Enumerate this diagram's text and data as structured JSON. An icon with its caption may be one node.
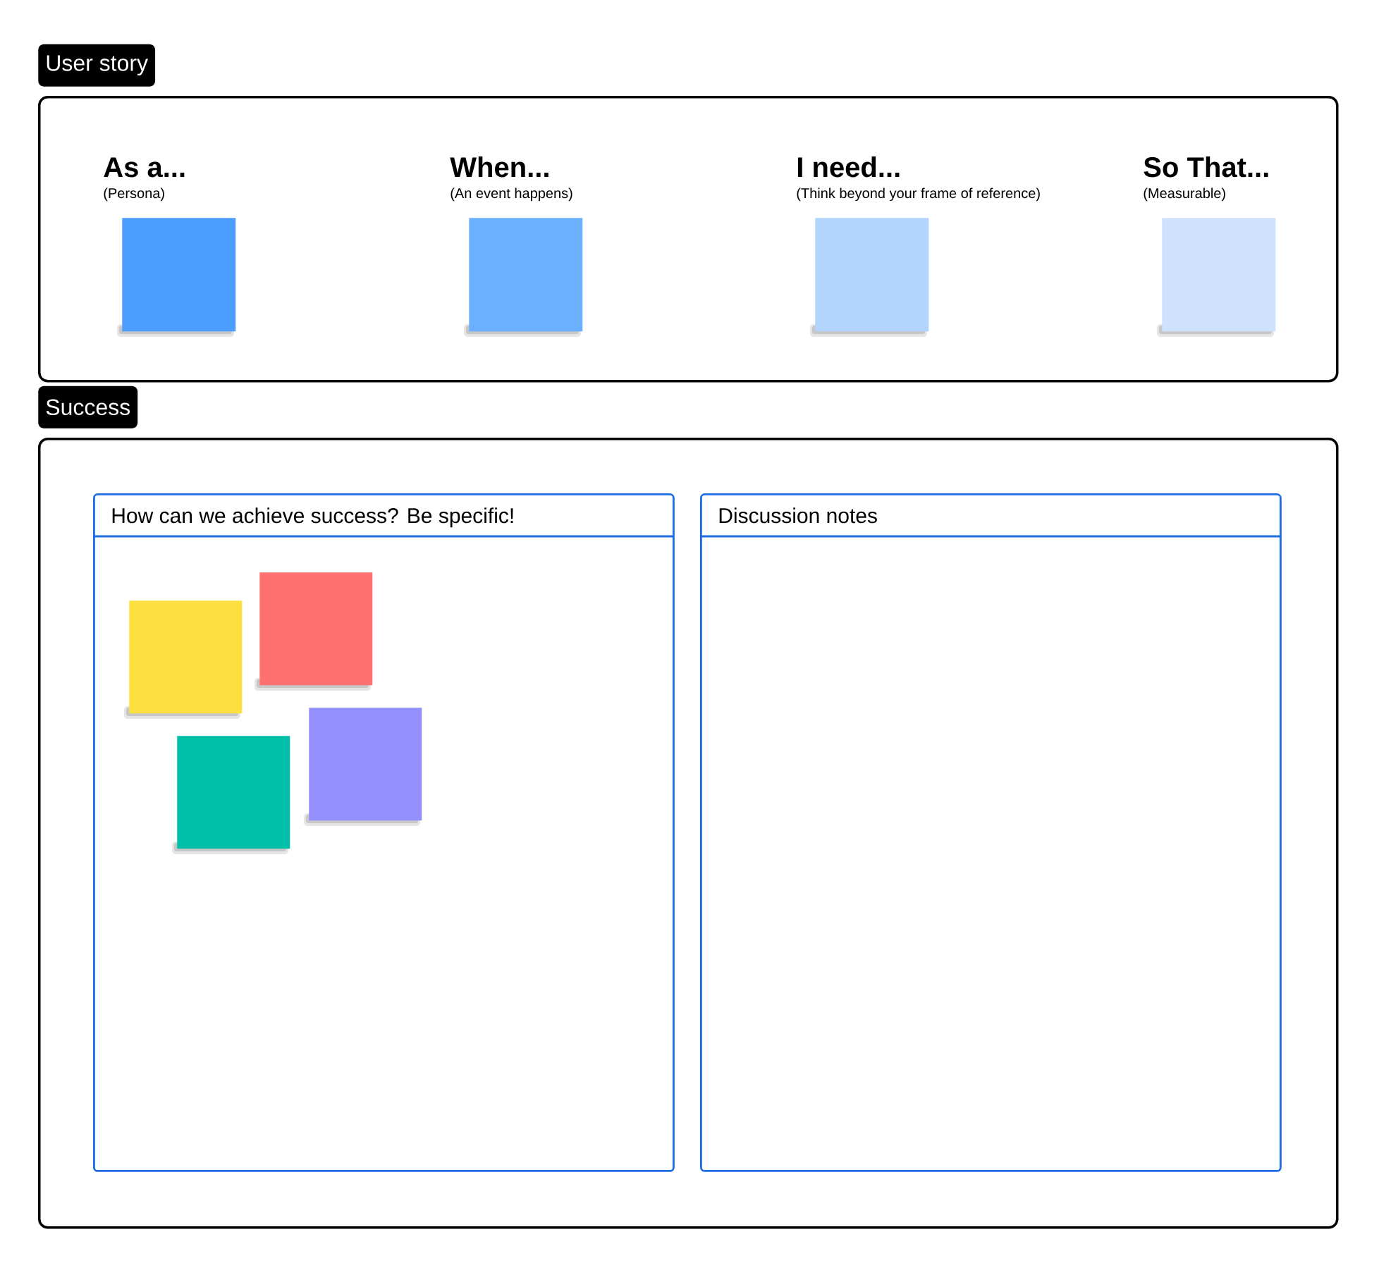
{
  "diagram": {
    "nodes": [
      {
        "text": [
          "User story"
        ]
      },
      {
        "text": [],
        "shape": "box",
        "in": 0,
        "beside": [
          "As a...",
          "(Persona)"
        ]
      },
      {
        "text": [],
        "shape": "box",
        "in": 0,
        "beside": [
          "When...",
          "(An event happens)"
        ]
      },
      {
        "text": [],
        "shape": "box",
        "in": 0,
        "beside": [
          "I need...",
          "(Think beyond your frame of reference)"
        ]
      },
      {
        "text": [],
        "shape": "box",
        "in": 0,
        "beside": [
          "So That...",
          "(Measurable)"
        ]
      },
      {
        "text": [
          "Success"
        ]
      },
      {
        "text": [
          "How can we achieve success? Be specific!"
        ],
        "in": 5
      },
      {
        "text": [
          "Discussion notes"
        ],
        "in": 5
      },
      {
        "text": [],
        "shape": "box",
        "in": 6
      },
      {
        "text": [],
        "shape": "box",
        "in": 6
      },
      {
        "text": [],
        "shape": "box",
        "in": 6
      },
      {
        "text": [],
        "shape": "box",
        "in": 6
      }
    ]
  }
}
